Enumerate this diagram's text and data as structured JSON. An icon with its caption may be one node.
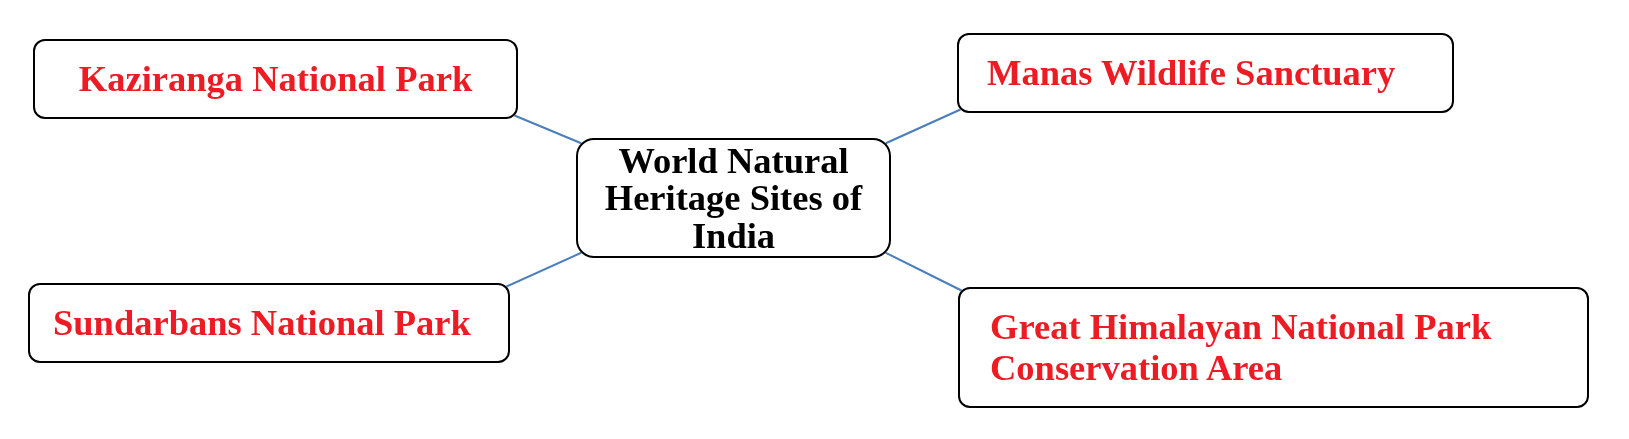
{
  "diagram": {
    "nodes": [
      {
        "text": [
          "Kaziranga National Park"
        ]
      },
      {
        "text": [
          "Manas Wildlife Sanctuary"
        ]
      },
      {
        "text": [
          "World Natural Heritage Sites of India"
        ]
      },
      {
        "text": [
          "Sundarbans National Park"
        ]
      },
      {
        "text": [
          "Great Himalayan National Park Conservation Area"
        ]
      }
    ],
    "edges": [
      {
        "from": 2,
        "to": 0,
        "arrow": "none"
      },
      {
        "from": 2,
        "to": 1,
        "arrow": "none"
      },
      {
        "from": 2,
        "to": 3,
        "arrow": "none"
      },
      {
        "from": 2,
        "to": 4,
        "arrow": "none"
      }
    ]
  }
}
